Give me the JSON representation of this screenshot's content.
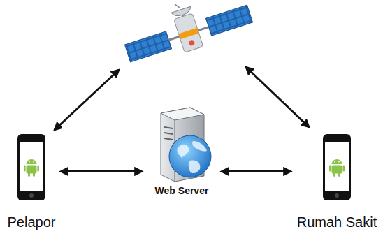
{
  "diagram": {
    "nodes": [
      {
        "text": [
          "Pelapor"
        ]
      },
      {
        "text": [
          "Web Server"
        ]
      },
      {
        "text": [
          "Rumah Sakit"
        ]
      }
    ],
    "edges": [
      {
        "from": 0,
        "to": 1,
        "arrow": "both"
      },
      {
        "from": 1,
        "to": 2,
        "arrow": "both"
      }
    ]
  }
}
